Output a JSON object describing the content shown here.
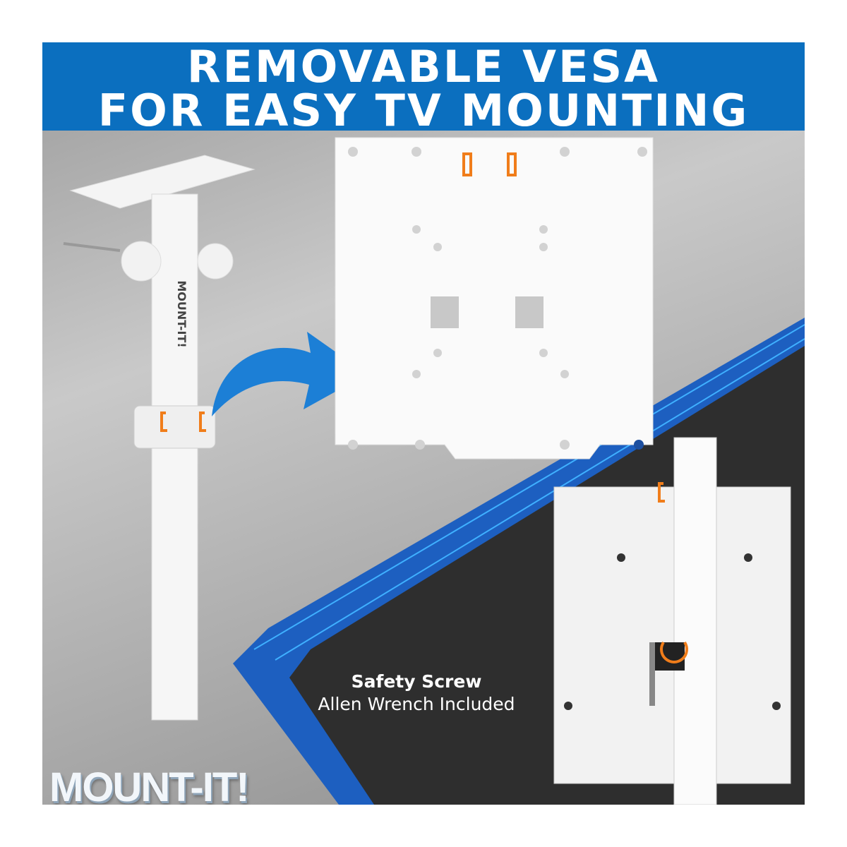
{
  "banner": {
    "line1": "REMOVABLE VESA",
    "line2": "FOR EASY TV MOUNTING"
  },
  "caption": {
    "title": "Safety Screw",
    "subtitle": "Allen Wrench Included"
  },
  "brand": {
    "logo_text": "MOUNT-IT!",
    "pole_label": "MOUNT-IT!"
  },
  "colors": {
    "banner_blue": "#0b6fbf",
    "accent_orange": "#f07d1a",
    "dark_panel": "#2e2e2e"
  }
}
